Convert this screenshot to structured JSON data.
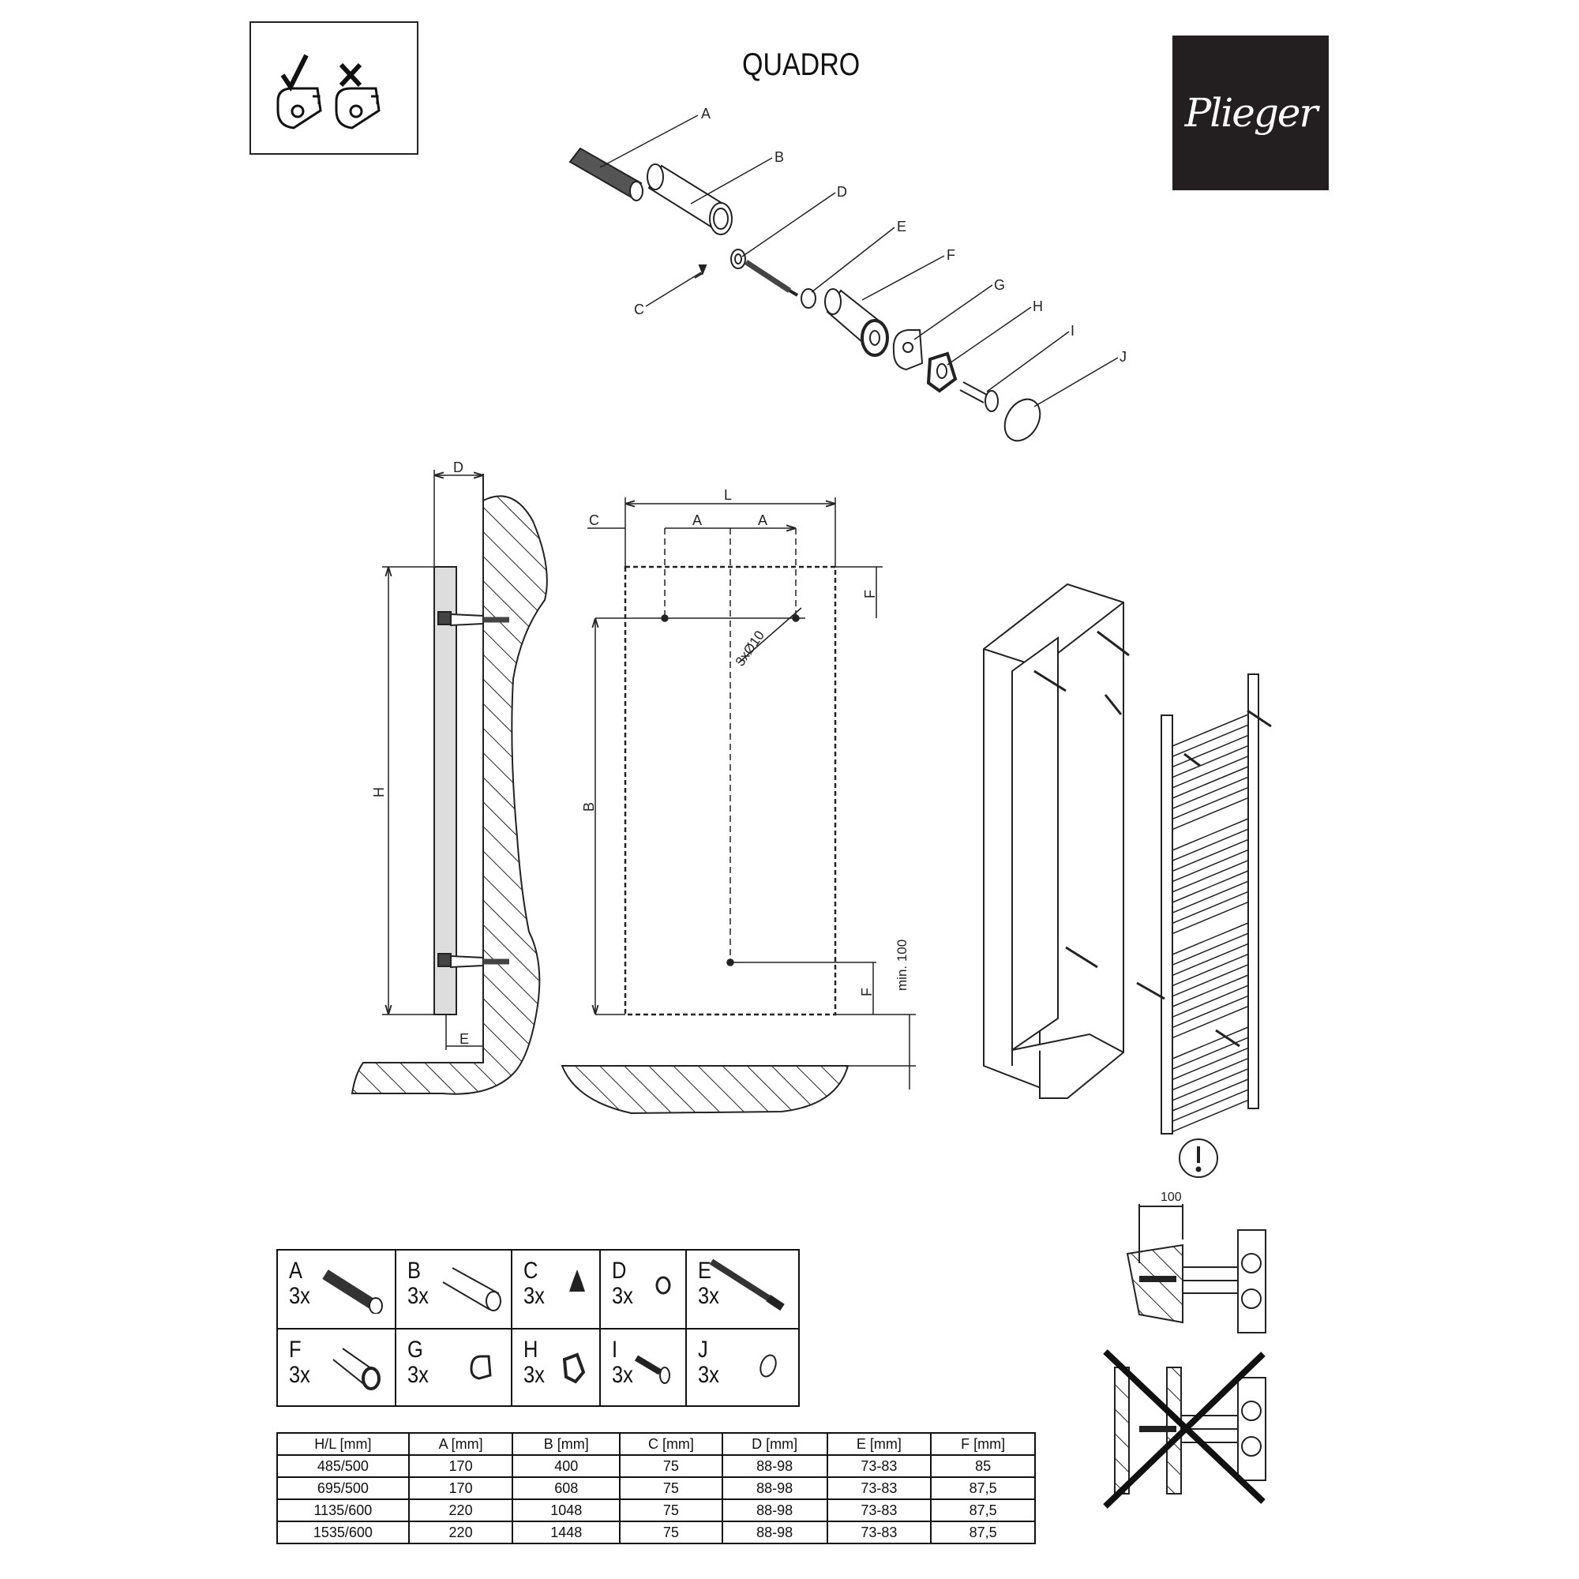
{
  "title": "QUADRO",
  "logo": {
    "text": "Plieger"
  },
  "exploded_view": {
    "labels": [
      "A",
      "B",
      "C",
      "D",
      "E",
      "F",
      "G",
      "H",
      "I",
      "J"
    ]
  },
  "side_view": {
    "dim_d": "D",
    "dim_h": "H",
    "dim_e": "E"
  },
  "front_view": {
    "dim_l": "L",
    "dim_c": "C",
    "dim_a1": "A",
    "dim_a2": "A",
    "dim_f_top": "F",
    "dim_b": "B",
    "dim_f_bottom": "F",
    "holes": "3xØ10",
    "min_clearance": "min. 100"
  },
  "warning": {
    "dim": "100"
  },
  "parts": [
    {
      "letter": "A",
      "qty": "3x"
    },
    {
      "letter": "B",
      "qty": "3x"
    },
    {
      "letter": "C",
      "qty": "3x"
    },
    {
      "letter": "D",
      "qty": "3x"
    },
    {
      "letter": "E",
      "qty": "3x"
    },
    {
      "letter": "F",
      "qty": "3x"
    },
    {
      "letter": "G",
      "qty": "3x"
    },
    {
      "letter": "H",
      "qty": "3x"
    },
    {
      "letter": "I",
      "qty": "3x"
    },
    {
      "letter": "J",
      "qty": "3x"
    }
  ],
  "dimensions_table": {
    "headers": [
      "H/L [mm]",
      "A [mm]",
      "B [mm]",
      "C [mm]",
      "D [mm]",
      "E [mm]",
      "F [mm]"
    ],
    "rows": [
      [
        "485/500",
        "170",
        "400",
        "75",
        "88-98",
        "73-83",
        "85"
      ],
      [
        "695/500",
        "170",
        "608",
        "75",
        "88-98",
        "73-83",
        "87,5"
      ],
      [
        "1135/600",
        "220",
        "1048",
        "75",
        "88-98",
        "73-83",
        "87,5"
      ],
      [
        "1535/600",
        "220",
        "1448",
        "75",
        "88-98",
        "73-83",
        "87,5"
      ]
    ]
  }
}
